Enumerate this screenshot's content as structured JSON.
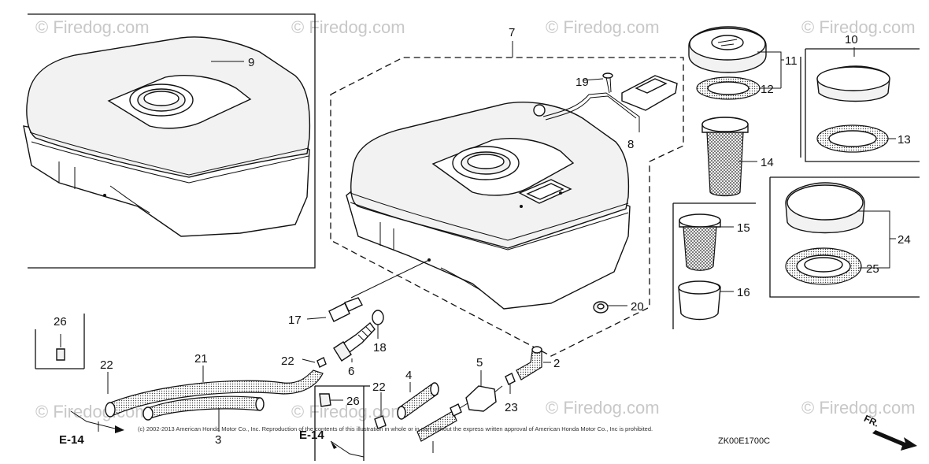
{
  "watermarks": [
    "© Firedog.com",
    "© Firedog.com",
    "© Firedog.com",
    "© Firedog.com",
    "© Firedog.com",
    "© Firedog.com",
    "© Firedog.com",
    "© Firedog.com"
  ],
  "callouts": {
    "p2": "2",
    "p3": "3",
    "p4": "4",
    "p5": "5",
    "p6": "6",
    "p7": "7",
    "p8": "8",
    "p9": "9",
    "p10": "10",
    "p11": "11",
    "p12": "12",
    "p13": "13",
    "p14": "14",
    "p15": "15",
    "p16": "16",
    "p17": "17",
    "p18": "18",
    "p19": "19",
    "p20": "20",
    "p21": "21",
    "p22a": "22",
    "p22b": "22",
    "p22c": "22",
    "p23": "23",
    "p24": "24",
    "p25": "25",
    "p26a": "26",
    "p26b": "26"
  },
  "references": {
    "left": "E-14",
    "center": "E-14"
  },
  "copyright": "(c) 2002-2013 American Honda Motor Co., Inc. Reproduction of the contents of this illustration in whole or in part without the express written approval of American Honda Motor Co., Inc is prohibited.",
  "diagram_code": "ZK00E1700C",
  "direction_label": "FR."
}
